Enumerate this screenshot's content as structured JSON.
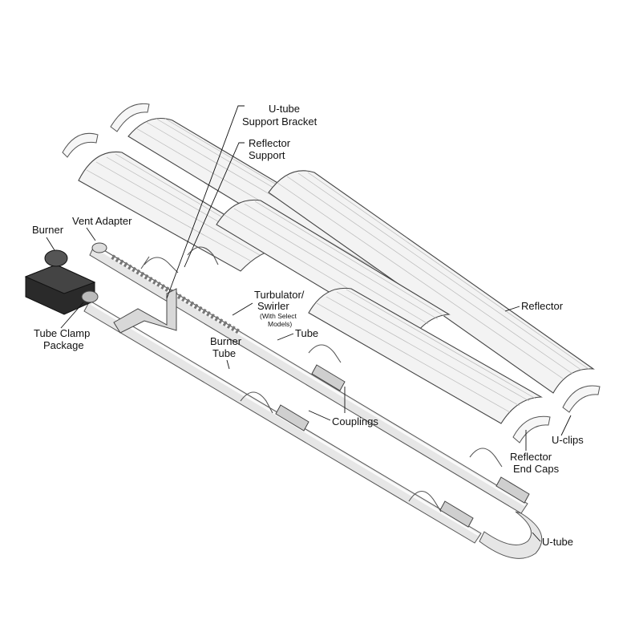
{
  "labels": {
    "u_tube_support_bracket_1": "U-tube",
    "u_tube_support_bracket_2": "Support Bracket",
    "reflector_support_1": "Reflector",
    "reflector_support_2": "Support",
    "vent_adapter": "Vent Adapter",
    "burner": "Burner",
    "tube_clamp_package_1": "Tube Clamp",
    "tube_clamp_package_2": "Package",
    "turbulator_1": "Turbulator/",
    "turbulator_2": "Swirler",
    "turbulator_note_1": "(With Select",
    "turbulator_note_2": "Models)",
    "tube": "Tube",
    "burner_tube_1": "Burner",
    "burner_tube_2": "Tube",
    "couplings": "Couplings",
    "reflector": "Reflector",
    "u_clips": "U-clips",
    "reflector_end_caps_1": "Reflector",
    "reflector_end_caps_2": "End Caps",
    "u_tube": "U-tube"
  }
}
